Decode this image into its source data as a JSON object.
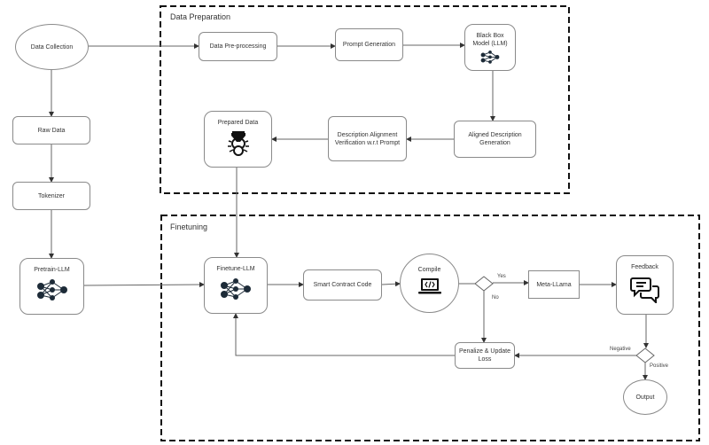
{
  "groups": {
    "data_preparation": "Data Preparation",
    "finetuning": "Finetuning"
  },
  "nodes": {
    "data_collection": "Data Collection",
    "raw_data": "Raw Data",
    "tokenizer": "Tokenizer",
    "pretrain_llm": "Pretrain-LLM",
    "data_preprocessing": "Data Pre-processing",
    "prompt_generation": "Prompt Generation",
    "black_box_model": "Black Box Model (LLM)",
    "aligned_description": "Aligned Description Generation",
    "description_alignment": "Description Alignment Verification w.r.t Prompt",
    "prepared_data": "Prepared Data",
    "finetune_llm": "Finetune-LLM",
    "smart_contract_code": "Smart Contract Code",
    "compile": "Compile",
    "meta_llama": "Meta-LLama",
    "feedback": "Feedback",
    "penalize_update_loss": "Penalize & Update Loss",
    "output": "Output"
  },
  "edge_labels": {
    "yes": "Yes",
    "no": "No",
    "negative": "Negative",
    "positive": "Positive"
  },
  "icons": {
    "neural_network": "neural-network-icon",
    "funnel_gear": "data-filter-icon",
    "laptop_code": "laptop-code-icon",
    "chat_bubbles": "chat-bubbles-icon"
  }
}
